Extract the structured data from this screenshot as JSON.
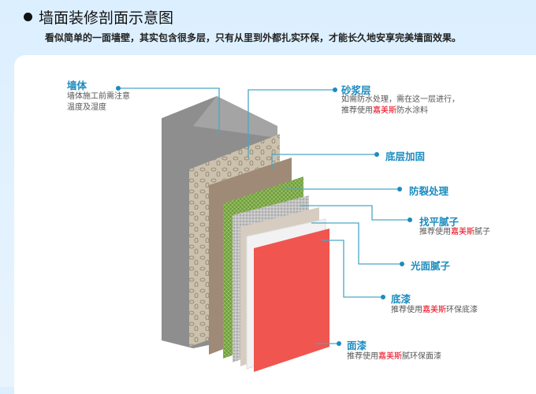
{
  "header": {
    "title": "墙面装修剖面示意图",
    "subtitle": "看似简单的一面墙壁，其实包含很多层，只有从里到外都扎实环保，才能长久地安享完美墙面效果。"
  },
  "brand": "嘉美斯",
  "layers": {
    "wall": {
      "name": "墙体",
      "line1": "墙体施工前需注意",
      "line2": "温度及湿度"
    },
    "mortar": {
      "name": "砂浆层",
      "line1": "如需防水处理，需在这一层进行，",
      "pre": "推荐使用",
      "post": "防水涂料"
    },
    "base": {
      "name": "底层加固"
    },
    "crack": {
      "name": "防裂处理"
    },
    "level": {
      "name": "找平腻子",
      "pre": "推荐使用",
      "post": "腻子"
    },
    "smooth": {
      "name": "光面腻子"
    },
    "primer": {
      "name": "底漆",
      "pre": "推荐使用",
      "post": "环保底漆"
    },
    "topcoat": {
      "name": "面漆",
      "pre": "推荐使用",
      "post": "腻环保面漆"
    }
  },
  "colors": {
    "accent": "#1b8cbf",
    "brand": "#e60012",
    "topcoat": "#f0554f"
  }
}
